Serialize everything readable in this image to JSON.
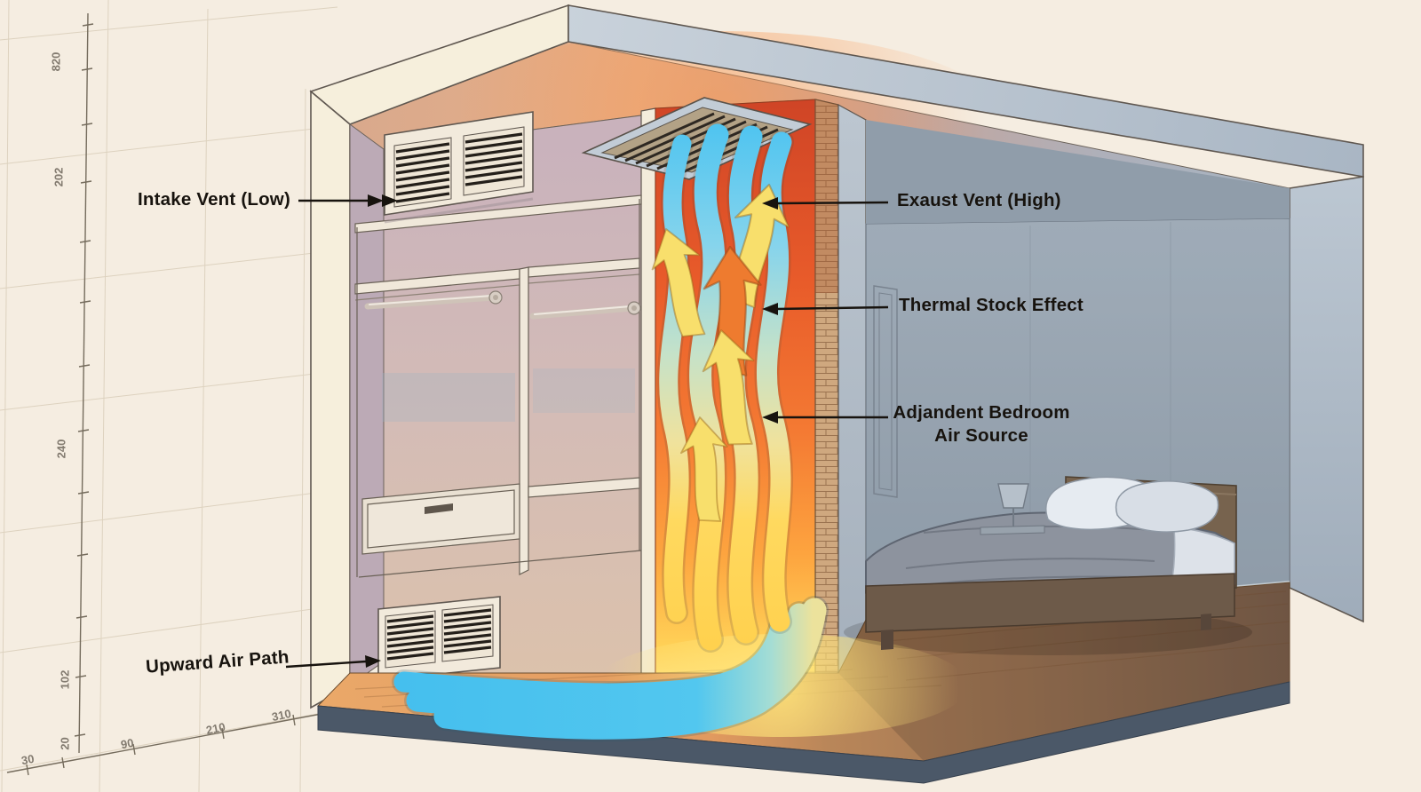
{
  "annotations": {
    "intake": {
      "text": "Intake Vent (Low)"
    },
    "exhaust": {
      "text": "Exaust Vent (High)"
    },
    "thermal": {
      "text": "Thermal Stock Effect"
    },
    "adjacent": {
      "line1": "Adjandent Bedroom",
      "line2": "Air Source"
    },
    "upward": {
      "text": "Upward Air Path"
    }
  },
  "rulers": {
    "left": [
      "820",
      "202",
      "240",
      "102",
      "20"
    ],
    "bottom": [
      "30",
      "90",
      "210",
      "310"
    ]
  },
  "colors": {
    "background": "#f5ede1",
    "airflow_cool": "#4cc2ee",
    "airflow_warm": "#ffd14d",
    "hot_wall_top": "#cf4426",
    "hot_wall_bottom": "#ffeb90",
    "arrow_yellow": "#f8df6c",
    "arrow_orange": "#ee7b2f",
    "shell_cream": "#f6efdc",
    "shell_gray": "#b4c0cc",
    "bedroom_wall": "#a3aeba",
    "wood_floor": "#d99a62",
    "base_slab": "#4b5868",
    "label_text": "#17130e"
  }
}
